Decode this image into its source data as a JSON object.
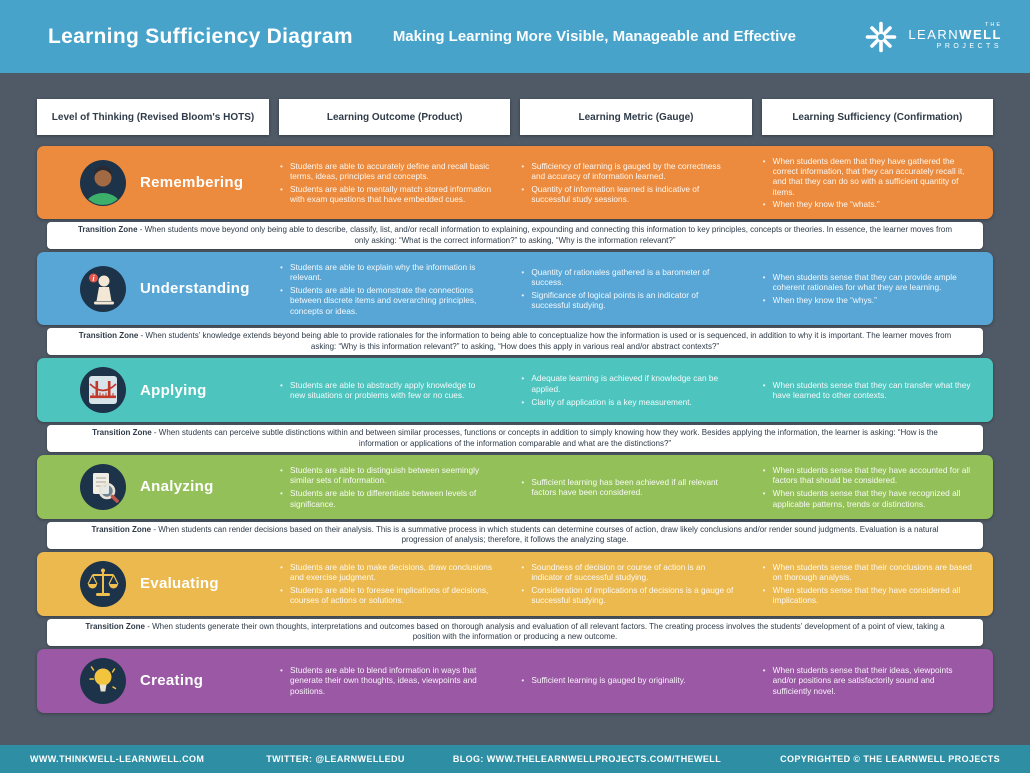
{
  "header": {
    "title": "Learning Sufficiency Diagram",
    "subtitle": "Making Learning More Visible, Manageable and Effective",
    "logo": {
      "the": "THE",
      "learn": "LEARN",
      "well": "WELL",
      "projects": "PROJECTS",
      "icon": "starburst-icon"
    }
  },
  "columns": [
    "Level of Thinking (Revised Bloom's HOTS)",
    "Learning Outcome (Product)",
    "Learning Metric (Gauge)",
    "Learning Sufficiency (Confirmation)"
  ],
  "colors": {
    "header_bg": "#48A3CB",
    "background": "#4F5A66",
    "footer_bg": "#2E8FA4",
    "panel_bg": "#FFFFFF",
    "icon_circle_bg": "#1D3349"
  },
  "rows": [
    {
      "level": "Remembering",
      "color": "#EC8B3D",
      "icon": "person-avatar-icon",
      "outcomes": [
        "Students are able to accurately define and recall basic terms, ideas, principles and concepts.",
        "Students are able to mentally match stored information with exam questions that have embedded cues."
      ],
      "metrics": [
        "Sufficiency of learning is gauged by the correctness and accuracy of information learned.",
        "Quantity of information learned is indicative of successful study sessions."
      ],
      "sufficiency": [
        "When students deem that they have gathered the correct information, that they can accurately recall it, and that they can do so with a sufficient quantity of items.",
        "When they know the “whats.”"
      ],
      "transition_label": "Transition Zone",
      "transition_text": " - When students move beyond only being able to describe, classify, list, and/or recall information to explaining, expounding and connecting this information to key principles, concepts or theories. In essence, the learner moves from only asking: “What is the correct information?” to asking, “Why is the information relevant?”"
    },
    {
      "level": "Understanding",
      "color": "#58A6D6",
      "icon": "info-figure-icon",
      "outcomes": [
        "Students are able to explain why the information is relevant.",
        "Students are able to demonstrate the connections between discrete items and overarching principles, concepts or ideas."
      ],
      "metrics": [
        "Quantity of rationales gathered is a barometer of success.",
        "Significance of logical points is an indicator of successful studying."
      ],
      "sufficiency": [
        "When students sense that they can provide ample coherent rationales for what they are learning.",
        "When they know the “whys.”"
      ],
      "transition_label": "Transition Zone",
      "transition_text": " - When students’ knowledge extends beyond being able to provide rationales for the information to being able to conceptualize how the information is used or is sequenced, in addition to why it is important. The learner moves from asking: “Why is this information relevant?” to asking, “How does this apply in various real and/or abstract contexts?”"
    },
    {
      "level": "Applying",
      "color": "#4EC4BE",
      "icon": "bridge-icon",
      "outcomes": [
        "Students are able to abstractly apply knowledge to new situations or problems with few or no cues."
      ],
      "metrics": [
        "Adequate learning is achieved if knowledge can be applied.",
        "Clarity of application is a key measurement."
      ],
      "sufficiency": [
        "When students sense that they can transfer what they have learned to other contexts."
      ],
      "transition_label": "Transition Zone",
      "transition_text": " - When students can perceive subtle distinctions within and between similar processes, functions or concepts in addition to simply knowing how they work. Besides applying the information, the learner is asking: “How is the information or applications of the information comparable and what are the distinctions?”"
    },
    {
      "level": "Analyzing",
      "color": "#94C05A",
      "icon": "document-magnifier-icon",
      "outcomes": [
        "Students are able to distinguish between seemingly similar sets of information.",
        "Students are able to differentiate between levels of significance."
      ],
      "metrics": [
        "Sufficient learning has been achieved if all relevant factors have been considered."
      ],
      "sufficiency": [
        "When students sense that they have accounted for all factors that should be considered.",
        "When students sense that they have recognized all applicable patterns, trends or distinctions."
      ],
      "transition_label": "Transition Zone",
      "transition_text": " - When students can render decisions based on their analysis. This is a summative process in which students can determine courses of action, draw likely conclusions and/or render sound judgments. Evaluation is a natural progression of analysis; therefore, it follows the analyzing stage."
    },
    {
      "level": "Evaluating",
      "color": "#EBB94E",
      "icon": "balance-scales-icon",
      "outcomes": [
        "Students are able to make decisions, draw conclusions and exercise judgment.",
        "Students are able to foresee implications of decisions, courses of actions or solutions."
      ],
      "metrics": [
        "Soundness of decision or course of action is an indicator of successful studying.",
        "Consideration of implications of decisions is a gauge of successful studying."
      ],
      "sufficiency": [
        "When students sense that their conclusions are based on thorough analysis.",
        "When students sense that they have considered all implications."
      ],
      "transition_label": "Transition Zone",
      "transition_text": " - When students generate their own thoughts, interpretations and outcomes based on thorough analysis and evaluation of all relevant factors. The creating process involves the students’ development of a point of view, taking a position with the information or producing a new outcome."
    },
    {
      "level": "Creating",
      "color": "#9A58A5",
      "icon": "lightbulb-icon",
      "outcomes": [
        "Students are able to blend information in ways that generate their own thoughts, ideas, viewpoints and positions."
      ],
      "metrics": [
        "Sufficient learning is gauged by originality."
      ],
      "sufficiency": [
        "When students sense that their ideas, viewpoints and/or positions are satisfactorily sound and sufficiently novel."
      ]
    }
  ],
  "footer": {
    "website": "WWW.THINKWELL-LEARNWELL.COM",
    "twitter": "TWITTER: @LEARNWELLEDU",
    "blog": "BLOG: WWW.THELEARNWELLPROJECTS.COM/THEWELL",
    "copyright": "COPYRIGHTED © THE LEARNWELL PROJECTS"
  }
}
